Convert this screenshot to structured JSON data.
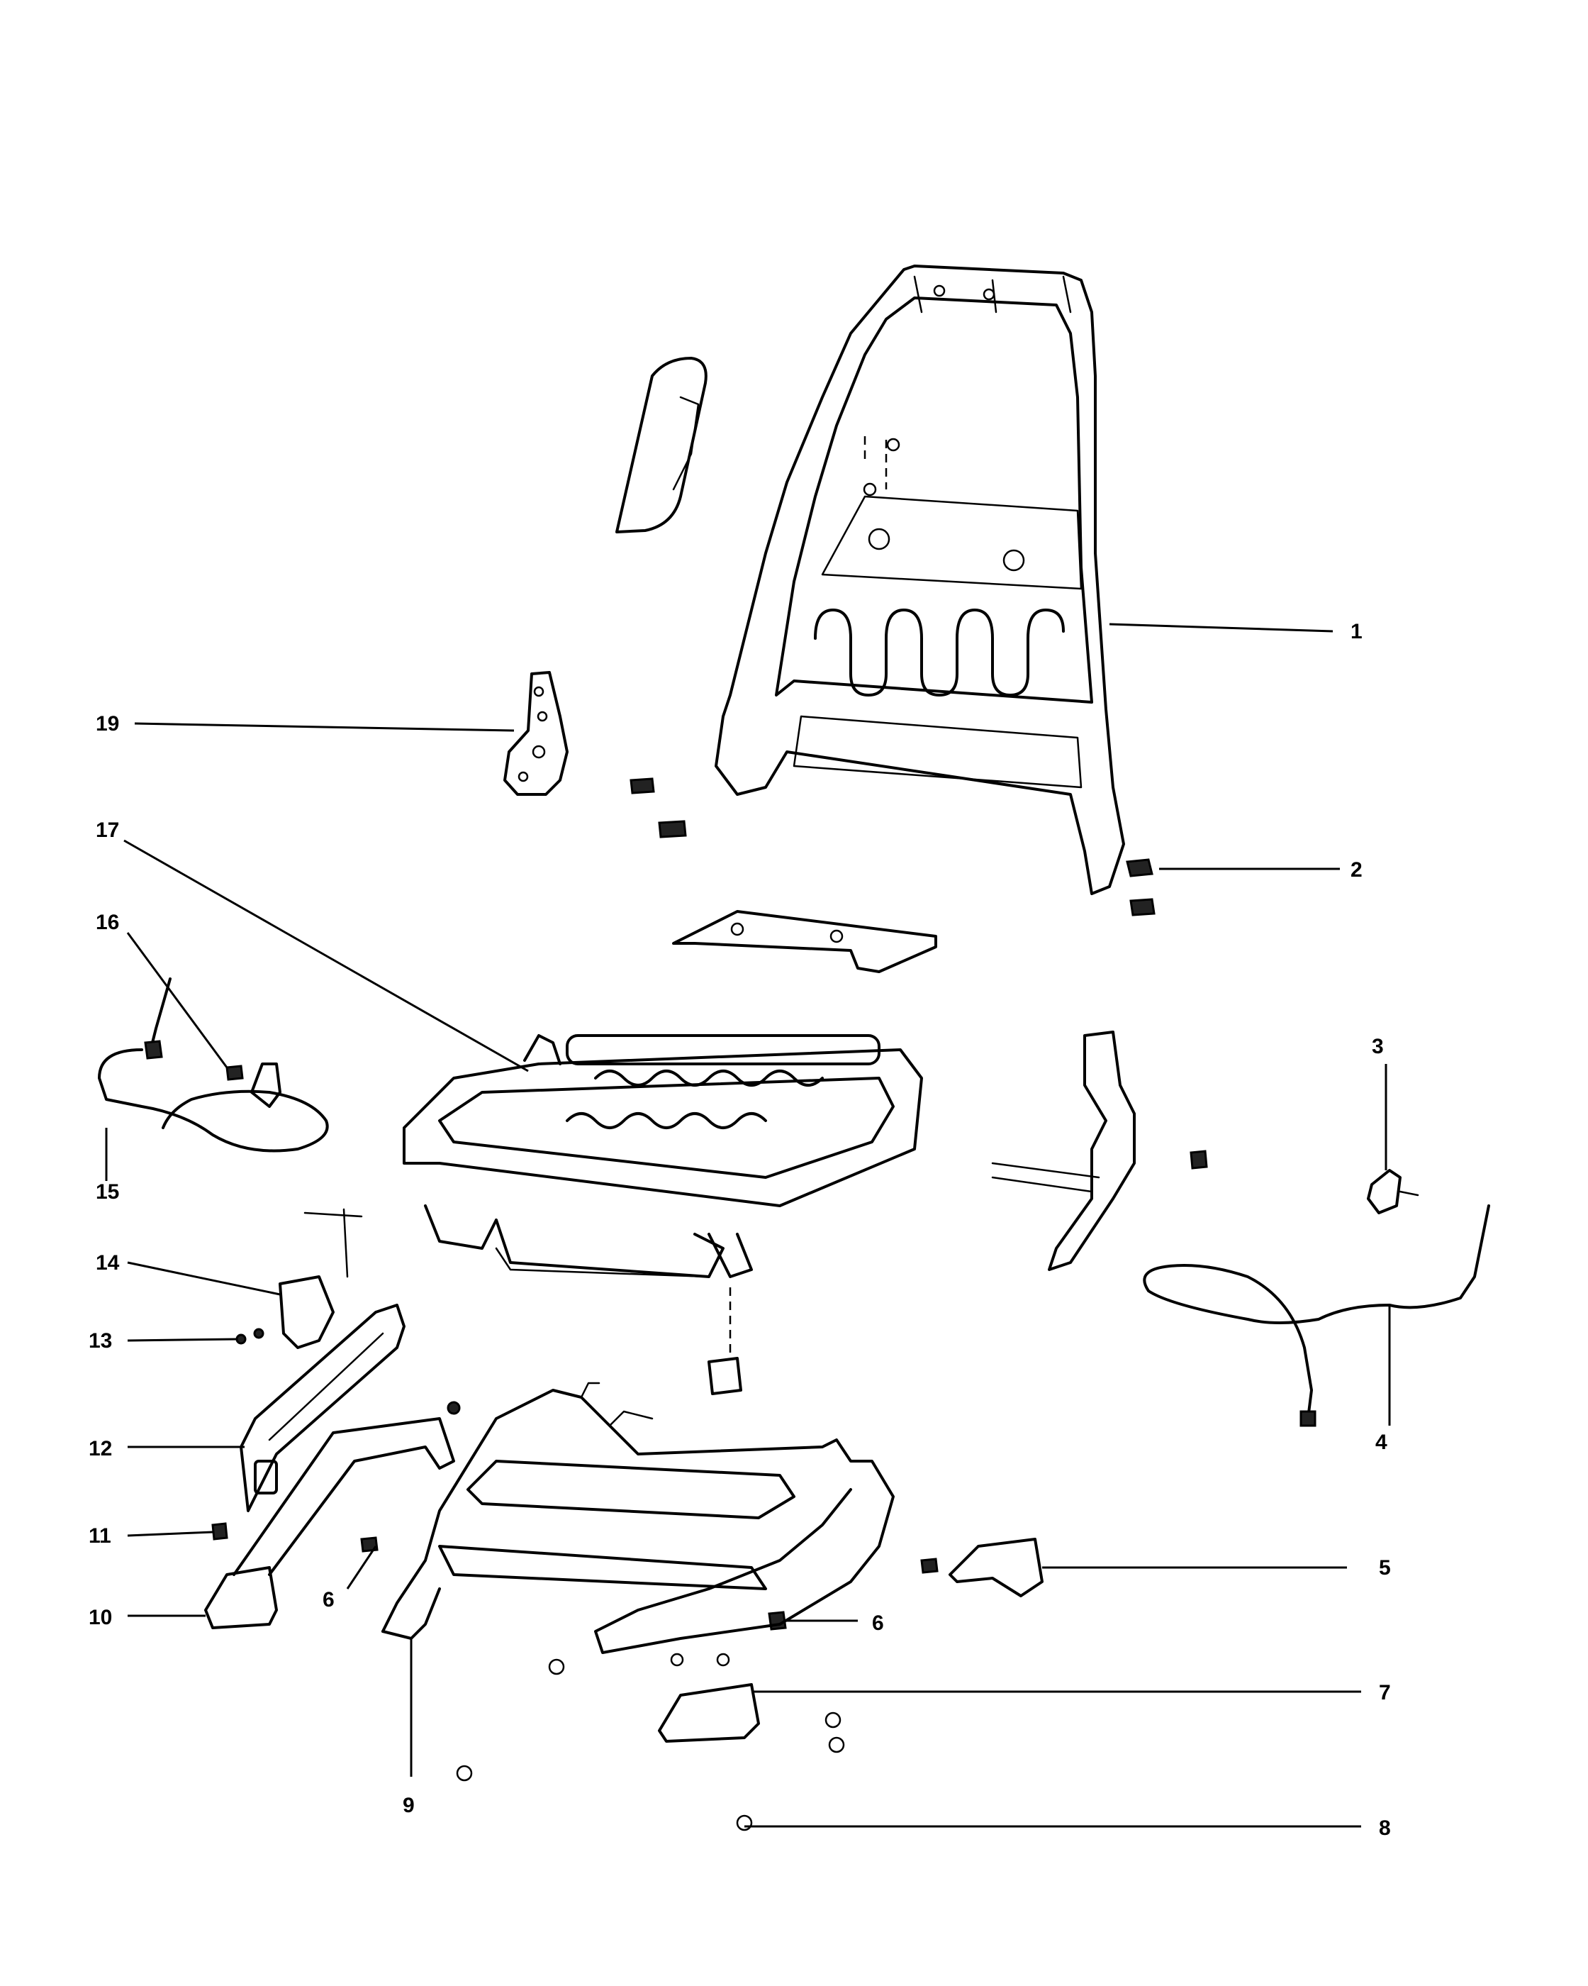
{
  "callouts": [
    {
      "id": "c1",
      "label": "1"
    },
    {
      "id": "c2",
      "label": "2"
    },
    {
      "id": "c3",
      "label": "3"
    },
    {
      "id": "c4",
      "label": "4"
    },
    {
      "id": "c5",
      "label": "5"
    },
    {
      "id": "c6a",
      "label": "6"
    },
    {
      "id": "c6b",
      "label": "6"
    },
    {
      "id": "c7",
      "label": "7"
    },
    {
      "id": "c8",
      "label": "8"
    },
    {
      "id": "c9",
      "label": "9"
    },
    {
      "id": "c10",
      "label": "10"
    },
    {
      "id": "c11",
      "label": "11"
    },
    {
      "id": "c12",
      "label": "12"
    },
    {
      "id": "c13",
      "label": "13"
    },
    {
      "id": "c14",
      "label": "14"
    },
    {
      "id": "c15",
      "label": "15"
    },
    {
      "id": "c16",
      "label": "16"
    },
    {
      "id": "c17",
      "label": "17"
    },
    {
      "id": "c19",
      "label": "19"
    }
  ]
}
